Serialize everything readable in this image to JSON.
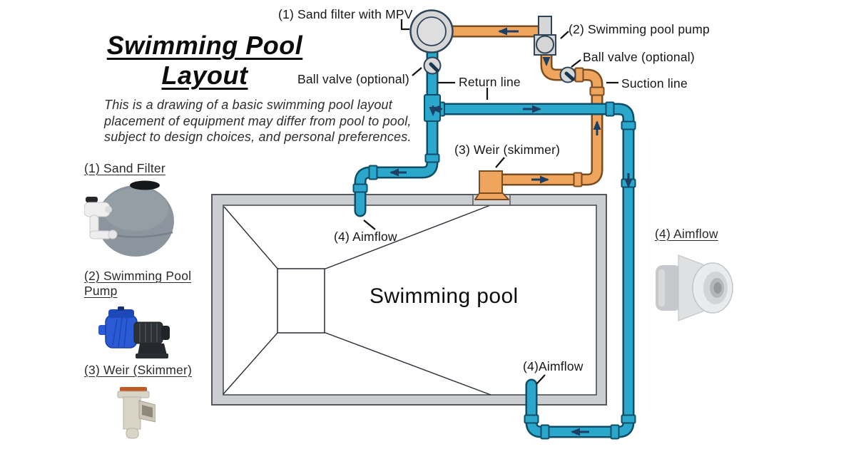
{
  "title": {
    "line1": "Swimming Pool",
    "line2": "Layout"
  },
  "description": {
    "line1": "This is a drawing of a basic swimming pool layout",
    "line2": "placement of equipment may differ from pool to pool,",
    "line3": "subject to design choices, and personal preferences."
  },
  "legend": {
    "items": [
      {
        "label": "(1) Sand Filter",
        "icon": "sand-filter-photo"
      },
      {
        "label": "(2) Swimming Pool Pump",
        "icon": "pool-pump-photo"
      },
      {
        "label": "(3) Weir (Skimmer)",
        "icon": "weir-skimmer-photo"
      }
    ],
    "aimflow": {
      "label": "(4) Aimflow",
      "icon": "aimflow-photo"
    }
  },
  "diagram": {
    "pool_label": "Swimming pool",
    "labels": {
      "sand_filter_mpv": "(1) Sand filter with MPV",
      "pool_pump": "(2) Swimming pool pump",
      "ball_valve_upper": "Ball valve (optional)",
      "suction_line": "Suction line",
      "ball_valve_lower": "Ball valve (optional)",
      "return_line": "Return line",
      "weir_skimmer": "(3) Weir (skimmer)",
      "aimflow_top": "(4) Aimflow",
      "aimflow_bottom": "(4)Aimflow"
    }
  },
  "colors": {
    "return_line_blue": "#2AA7CB",
    "suction_line_orange": "#F0A55F",
    "pool_wall_gray": "#CBCDD0",
    "equipment_gray": "#D6D6D6",
    "flow_arrow_navy": "#1C3F63"
  }
}
